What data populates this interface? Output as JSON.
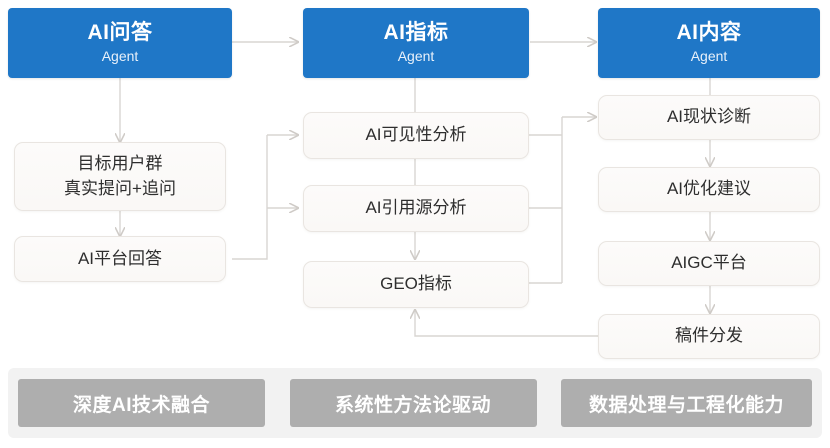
{
  "diagram": {
    "title": "AI Agent Workflow Diagram",
    "colors": {
      "agent_blue": "#1f77c7",
      "step_bg": "#faf8f6",
      "step_border": "#e9e5e1",
      "wire": "#d6d3d0",
      "pill_bg": "#aeaeae",
      "pill_bar_bg": "#f2f2f2",
      "text_dark": "#2e2e2e",
      "text_light": "#ffffff"
    },
    "agents": [
      {
        "title": "AI问答",
        "subtitle": "Agent"
      },
      {
        "title": "AI指标",
        "subtitle": "Agent"
      },
      {
        "title": "AI内容",
        "subtitle": "Agent"
      }
    ],
    "columns": {
      "left": [
        {
          "line1": "目标用户群",
          "line2": "真实提问+追问"
        },
        {
          "line1": "AI平台回答",
          "line2": ""
        }
      ],
      "middle": [
        {
          "line1": "AI可见性分析",
          "line2": ""
        },
        {
          "line1": "AI引用源分析",
          "line2": ""
        },
        {
          "line1": "GEO指标",
          "line2": ""
        }
      ],
      "right": [
        {
          "line1": "AI现状诊断",
          "line2": ""
        },
        {
          "line1": "AI优化建议",
          "line2": ""
        },
        {
          "line1": "AIGC平台",
          "line2": ""
        },
        {
          "line1": "稿件分发",
          "line2": ""
        }
      ]
    },
    "footer_pills": [
      {
        "label": "深度AI技术融合"
      },
      {
        "label": "系统性方法论驱动"
      },
      {
        "label": "数据处理与工程化能力"
      }
    ]
  }
}
